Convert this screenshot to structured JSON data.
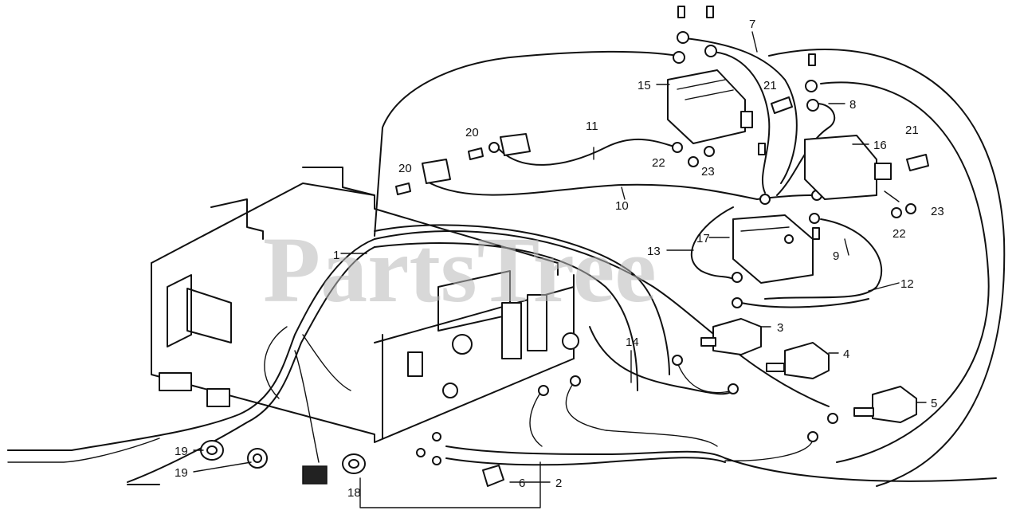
{
  "watermark": "PartsTree",
  "labels": {
    "l1": "1",
    "l2": "2",
    "l3": "3",
    "l4": "4",
    "l5": "5",
    "l6": "6",
    "l7": "7",
    "l8": "8",
    "l9": "9",
    "l10": "10",
    "l11": "11",
    "l12": "12",
    "l13": "13",
    "l14": "14",
    "l15": "15",
    "l16": "16",
    "l17": "17",
    "l18": "18",
    "l19a": "19",
    "l19b": "19",
    "l20a": "20",
    "l20b": "20",
    "l21a": "21",
    "l21b": "21",
    "l22a": "22",
    "l22b": "22",
    "l23a": "23",
    "l23b": "23"
  }
}
